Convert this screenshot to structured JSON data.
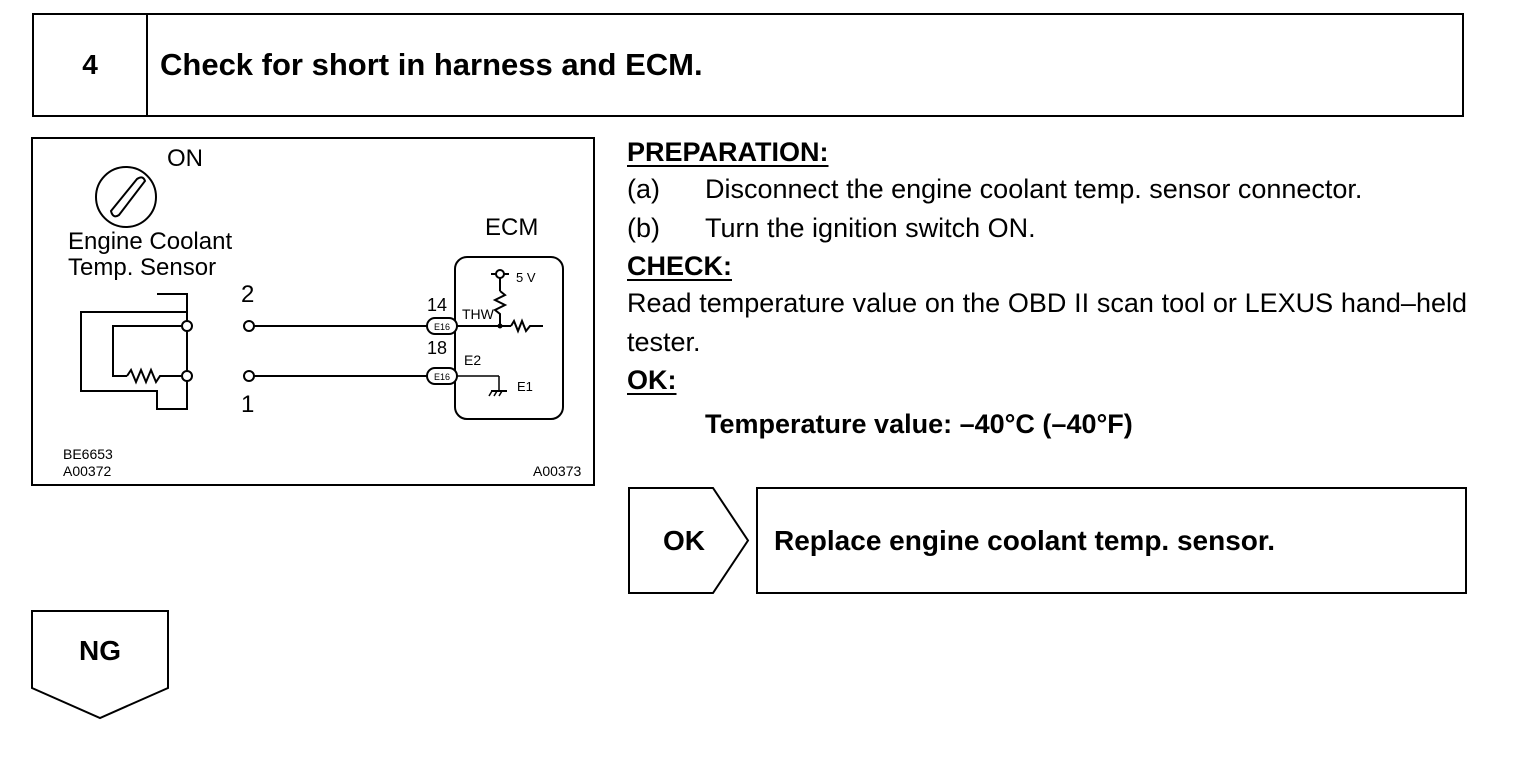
{
  "step": {
    "number": "4",
    "title": "Check for short in harness and ECM."
  },
  "diagram": {
    "ignition_label": "ON",
    "sensor_label_line1": "Engine Coolant",
    "sensor_label_line2": "Temp. Sensor",
    "ecm_label": "ECM",
    "pin_2": "2",
    "pin_1": "1",
    "terminal_14": "14",
    "terminal_18": "18",
    "connector_top": "E16",
    "connector_bottom": "E16",
    "thw_label": "THW",
    "e2_label": "E2",
    "e1_label": "E1",
    "voltage_label": "5 V",
    "code_1": "BE6653",
    "code_2": "A00372",
    "code_3": "A00373"
  },
  "preparation": {
    "heading": "PREPARATION:",
    "steps": [
      {
        "marker": "(a)",
        "text": "Disconnect the engine coolant temp. sensor connector."
      },
      {
        "marker": "(b)",
        "text": "Turn the ignition switch ON."
      }
    ]
  },
  "check": {
    "heading": "CHECK:",
    "text": "Read temperature value on the OBD II scan tool or LEXUS hand–held tester."
  },
  "ok": {
    "heading": "OK:",
    "value": "Temperature value: –40°C (–40°F)"
  },
  "ok_result": {
    "tag": "OK",
    "action": "Replace engine coolant temp. sensor."
  },
  "ng_result": {
    "tag": "NG"
  }
}
